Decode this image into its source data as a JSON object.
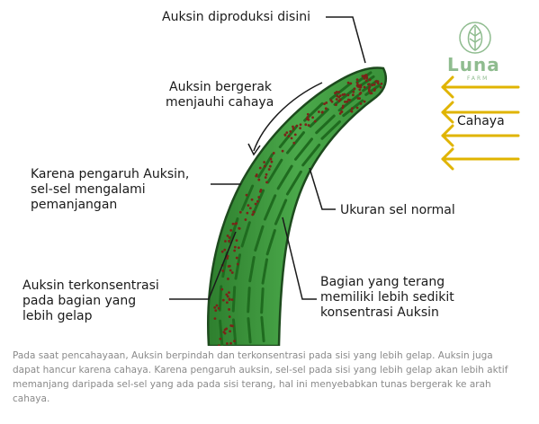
{
  "labels": {
    "produced_here": "Auksin diproduksi disini",
    "moves_away_line1": "Auksin bergerak",
    "moves_away_line2": "menjauhi cahaya",
    "elongation_line1": "Karena pengaruh Auksin,",
    "elongation_line2": "sel-sel mengalami",
    "elongation_line3": "pemanjangan",
    "normal_size": "Ukuran sel normal",
    "concentrated_line1": "Auksin terkonsentrasi",
    "concentrated_line2": "pada bagian yang",
    "concentrated_line3": "lebih gelap",
    "bright_line1": "Bagian yang terang",
    "bright_line2": "memiliki lebih sedikit",
    "bright_line3": "konsentrasi Auksin",
    "light": "Cahaya"
  },
  "logo": {
    "name": "Luna",
    "sub": "FARM"
  },
  "caption": "Pada saat pencahayaan, Auksin berpindah dan terkonsentrasi pada sisi yang lebih gelap. Auksin juga dapat hancur karena cahaya. Karena pengaruh auksin, sel-sel pada sisi yang lebih gelap akan lebih aktif memanjang daripada sel-sel yang ada pada sisi terang, hal ini menyebabkan tunas bergerak ke arah cahaya.",
  "colors": {
    "stem": "#3f9a3f",
    "stem_outline": "#1d4a1d",
    "cell_line": "#1f6b1f",
    "auxin_dot": "#7a2418",
    "arrow_light": "#e0b400",
    "logo": "#8fbc8f"
  }
}
